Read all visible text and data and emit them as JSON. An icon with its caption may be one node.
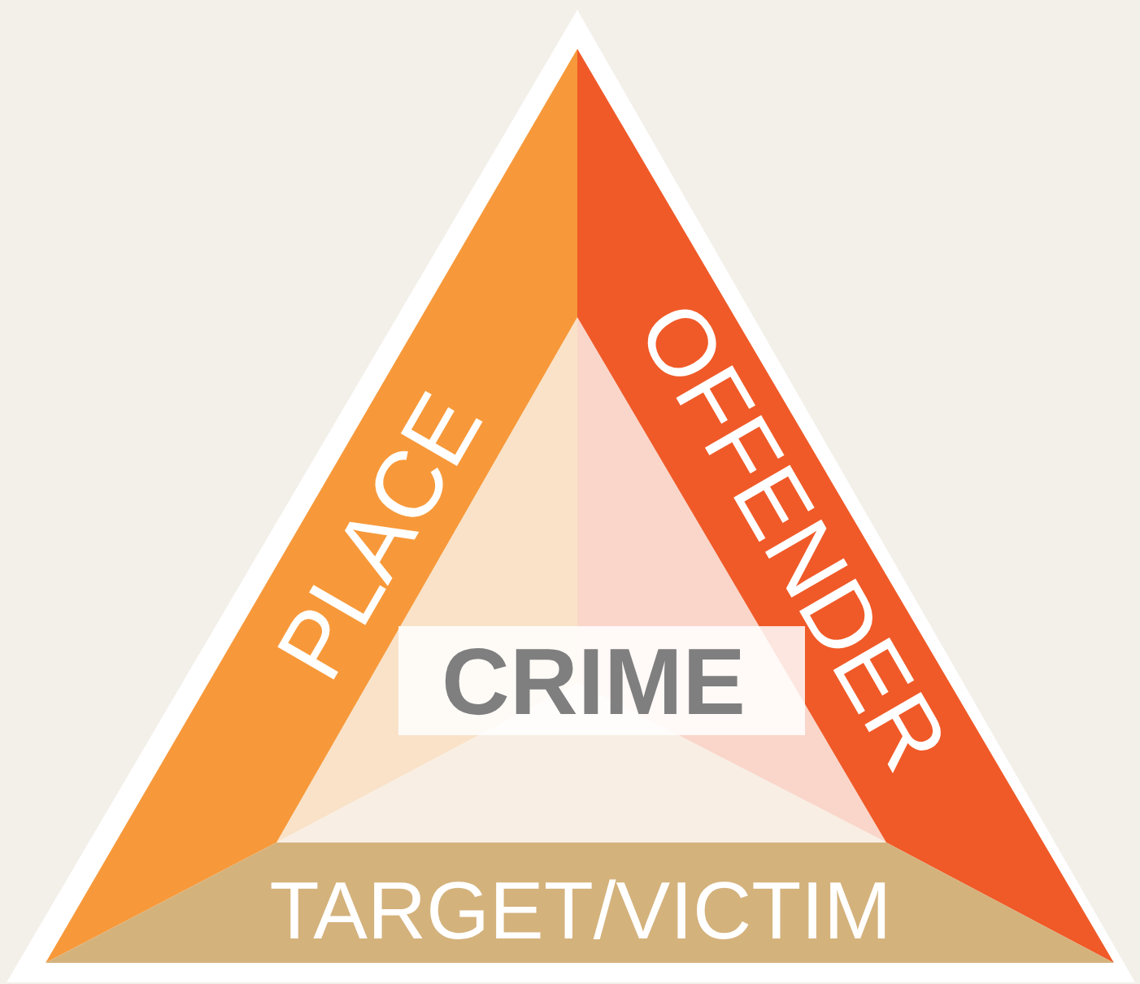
{
  "diagram": {
    "nodes": [
      {
        "text": [
          "PLACE"
        ]
      },
      {
        "text": [
          "OFFENDER"
        ]
      },
      {
        "text": [
          "TARGET/VICTIM"
        ]
      },
      {
        "text": [
          "CRIME"
        ]
      }
    ]
  }
}
